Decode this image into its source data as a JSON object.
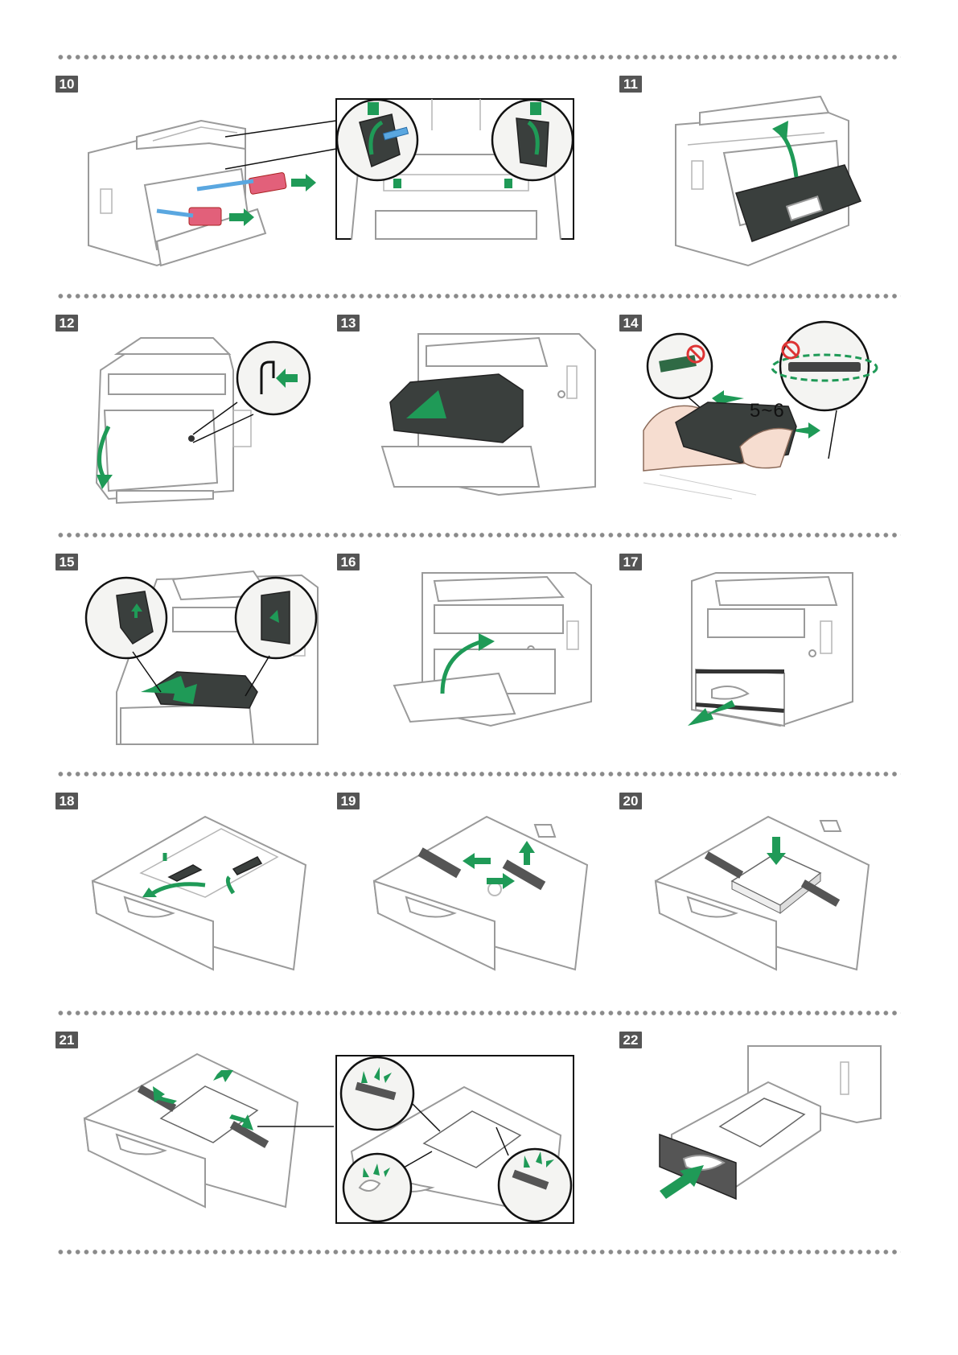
{
  "steps": [
    {
      "number": "10"
    },
    {
      "number": "11"
    },
    {
      "number": "12"
    },
    {
      "number": "13"
    },
    {
      "number": "14"
    },
    {
      "number": "15"
    },
    {
      "number": "16"
    },
    {
      "number": "17"
    },
    {
      "number": "18"
    },
    {
      "number": "19"
    },
    {
      "number": "20"
    },
    {
      "number": "21"
    },
    {
      "number": "22"
    }
  ],
  "step14_label": "5~6",
  "colors": {
    "accent_green": "#1f9a57",
    "step_badge": "#555555",
    "separator_dots": "#8a8a8a",
    "tape_red": "#e2607a",
    "tape_blue": "#5aa7e0",
    "toner_dark": "#3a3f3d"
  },
  "icons": [
    "printer-drawing",
    "toner-cartridge",
    "paper-tray",
    "arrow-green",
    "no-touch-icon"
  ]
}
